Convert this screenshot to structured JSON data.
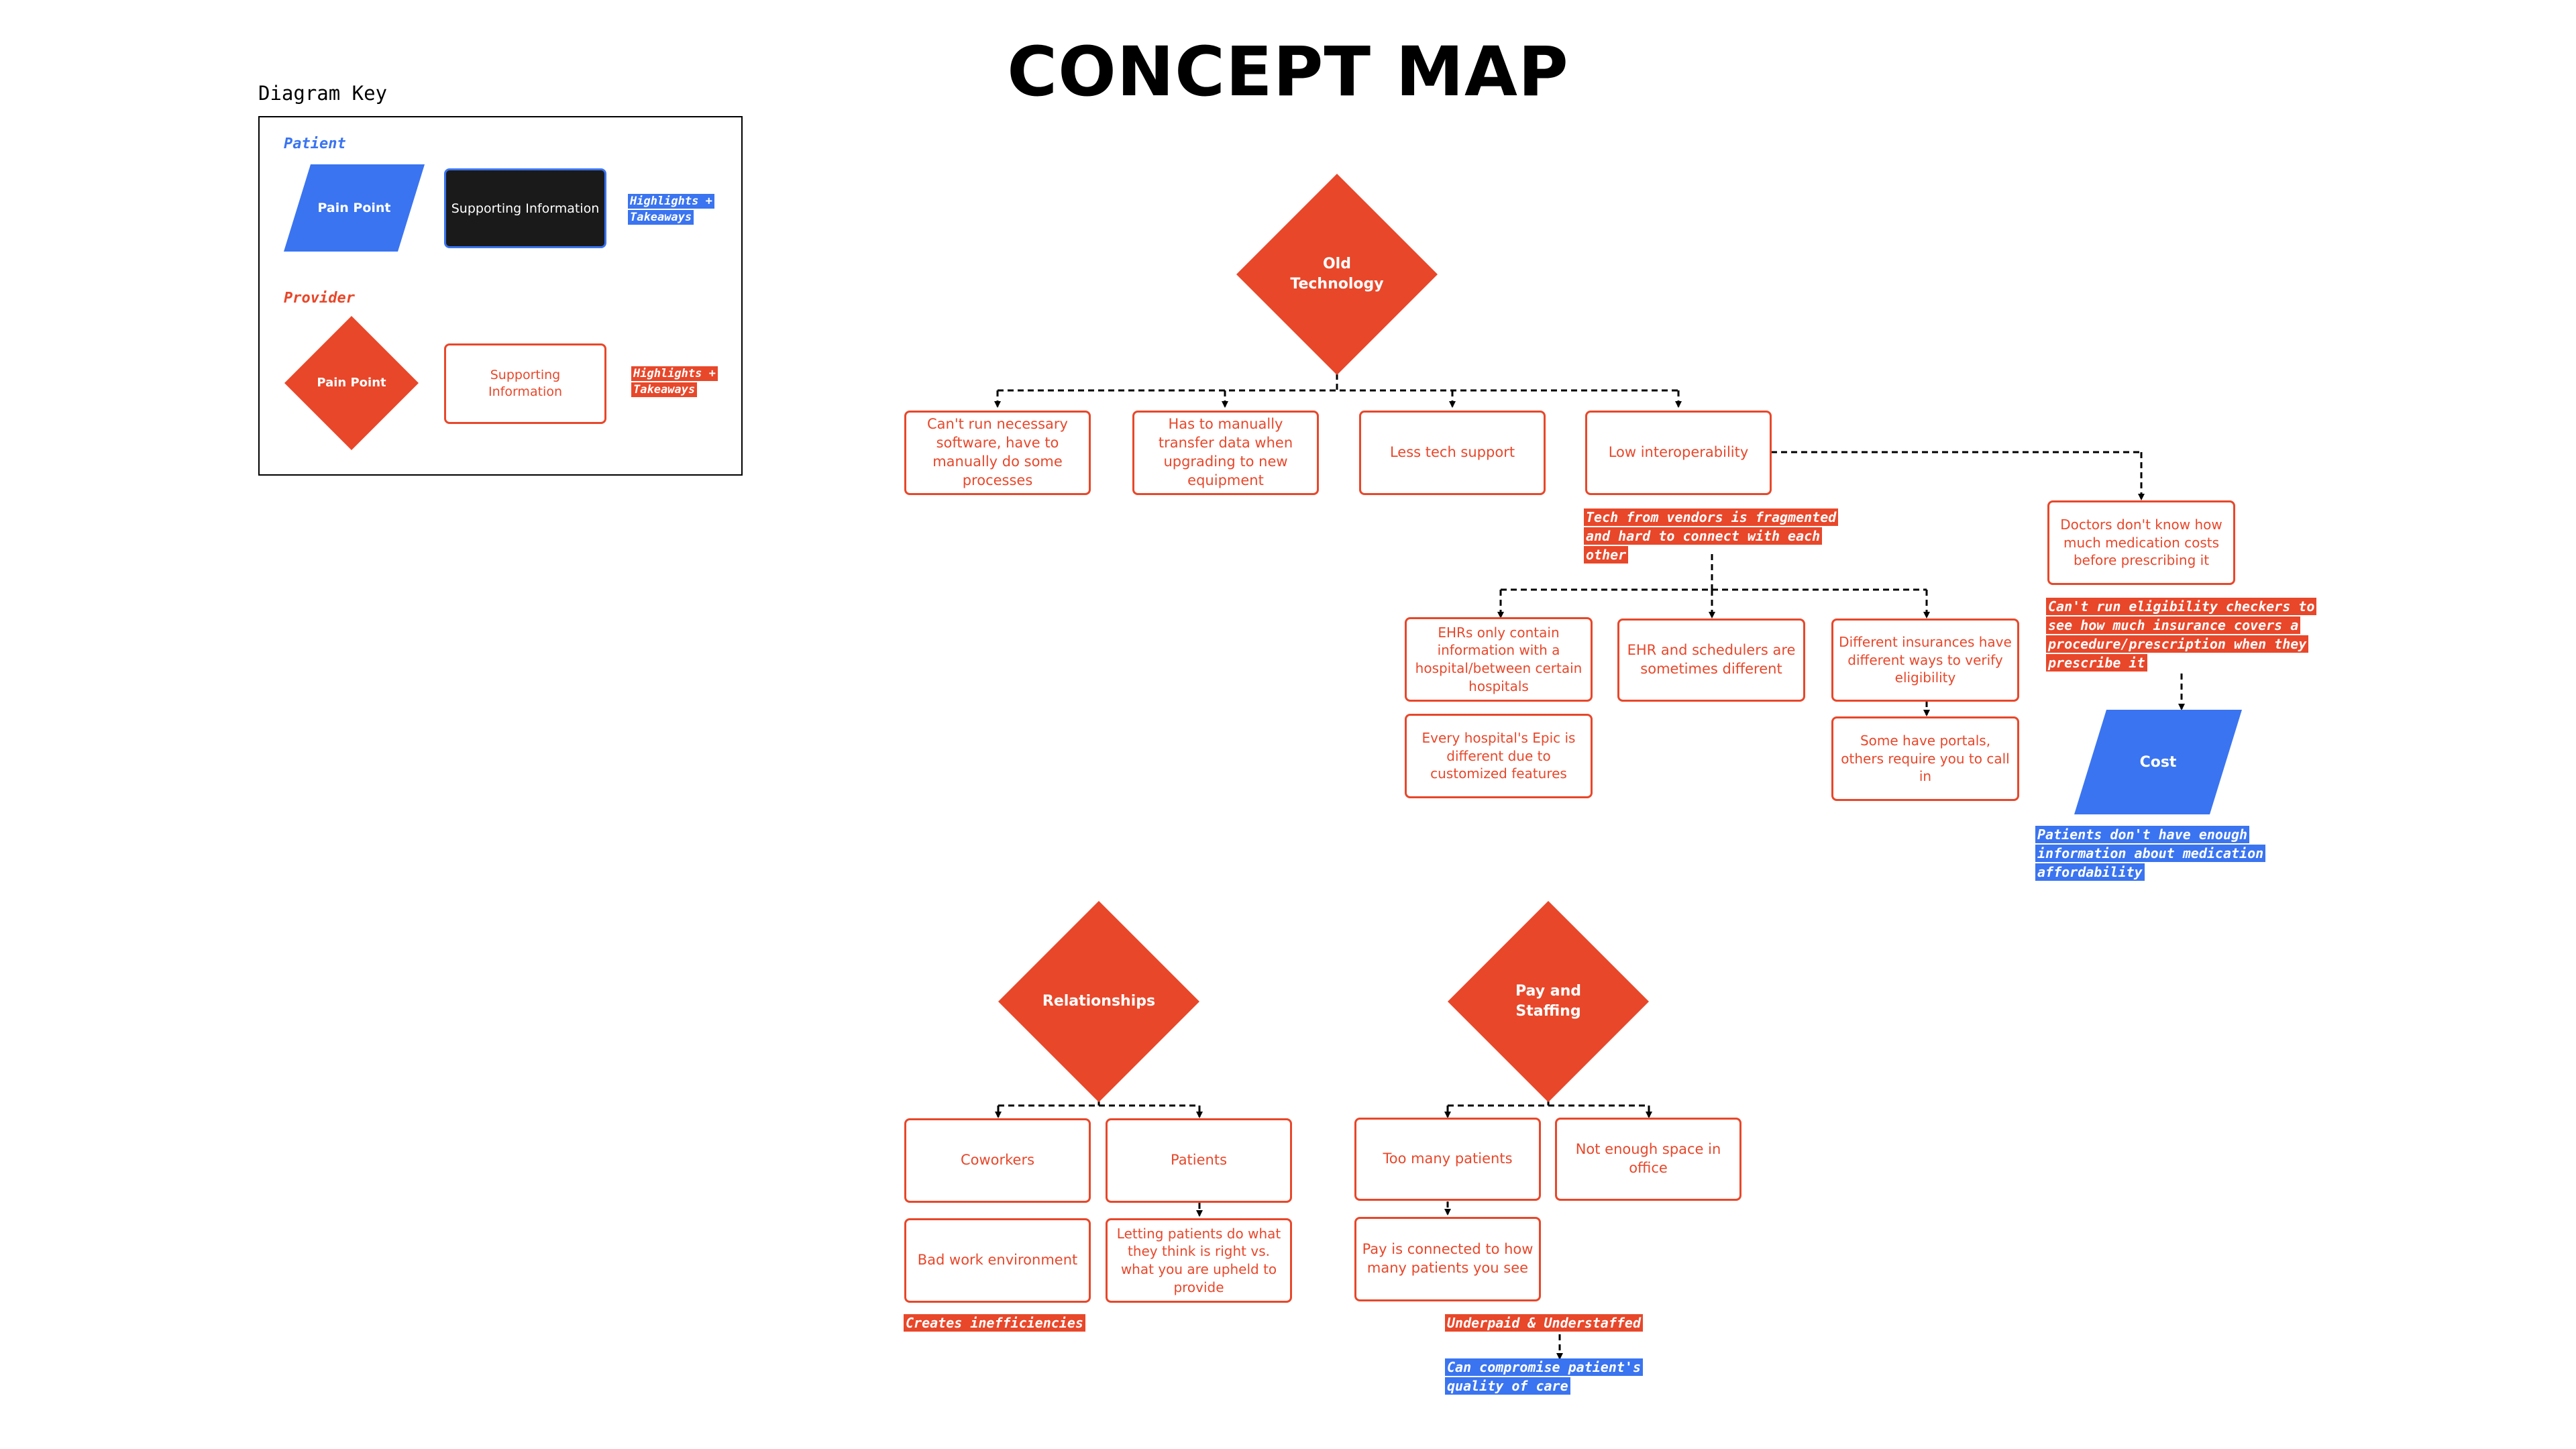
{
  "title": "CONCEPT MAP",
  "key": {
    "heading": "Diagram Key",
    "patient": {
      "label": "Patient",
      "pain_point": "Pain Point",
      "supporting": "Supporting Information",
      "highlight": "Highlights + Takeaways"
    },
    "provider": {
      "label": "Provider",
      "pain_point": "Pain Point",
      "supporting": "Supporting Information",
      "highlight": "Highlights + Takeaways"
    }
  },
  "colors": {
    "provider_orange": "#e8472a",
    "patient_blue": "#3a74f0",
    "dark_box": "#1a1a1a"
  },
  "old_technology": {
    "label": "Old\nTechnology",
    "children": {
      "software": "Can't run necessary software, have to manually do some processes",
      "transfer": "Has to manually transfer data when upgrading to new equipment",
      "tech_support": "Less tech support",
      "interop": "Low interoperability"
    },
    "interop_note": "Tech from vendors is fragmented and hard to connect with each other",
    "interop_children": {
      "ehr_contain": "EHRs only contain information with a hospital/between certain hospitals",
      "epic": "Every hospital's Epic is different due to customized features",
      "ehr_schedulers": "EHR and schedulers are sometimes different",
      "insurances": "Different insurances have different ways to verify eligibility",
      "portals": "Some have portals, others require you to call in"
    },
    "doctors": "Doctors don't know how much medication costs before prescribing it",
    "doctors_note": "Can't run eligibility checkers to see how much insurance covers a procedure/prescription when they prescribe it",
    "cost": "Cost",
    "cost_note": "Patients don't have enough information about medication affordability"
  },
  "relationships": {
    "label": "Relationships",
    "coworkers": "Coworkers",
    "patients": "Patients",
    "bad_env": "Bad work environment",
    "letting": "Letting patients do what they think is right vs. what you are upheld to provide",
    "note": "Creates inefficiencies"
  },
  "pay": {
    "label": "Pay and\nStaffing",
    "too_many": "Too many patients",
    "space": "Not enough space in office",
    "connected": "Pay is connected to how many patients you see",
    "note": "Underpaid & Understaffed",
    "quality_note": "Can compromise patient's quality of care"
  }
}
